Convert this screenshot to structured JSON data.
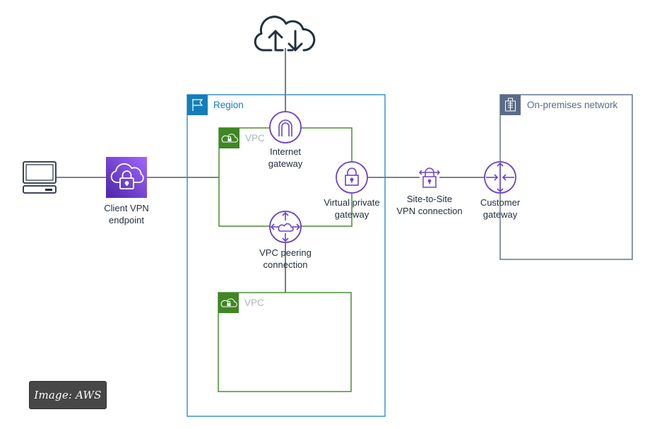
{
  "diagram": {
    "title": "AWS VPN connectivity options",
    "colors": {
      "region": "#2f8ccc",
      "region_header": "#147eba",
      "vpc": "#3f8624",
      "vpc_label": "#aab7b8",
      "onprem": "#5a6b86",
      "onprem_label": "#5a6b86",
      "icon_purple": "#6b43c9",
      "client_vpn_fill": "#7d4ce0",
      "line": "#545b64",
      "dark_icon": "#232f3e"
    },
    "groups": {
      "region": {
        "label": "Region",
        "icon": "flag-icon"
      },
      "vpc_top": {
        "label": "VPC",
        "icon": "cloud-lock-icon"
      },
      "vpc_bottom": {
        "label": "VPC",
        "icon": "cloud-lock-icon"
      },
      "onprem": {
        "label": "On-premises network",
        "icon": "building-icon"
      }
    },
    "nodes": {
      "internet": {
        "icon": "cloud-upload-download-icon"
      },
      "client": {
        "icon": "laptop-icon"
      },
      "client_vpn": {
        "label_line1": "Client VPN",
        "label_line2": "endpoint",
        "icon": "cloud-lock-icon"
      },
      "internet_gateway": {
        "label_line1": "Internet",
        "label_line2": "gateway",
        "icon": "arch-icon"
      },
      "virtual_private_gateway": {
        "label_line1": "Virtual private",
        "label_line2": "gateway",
        "icon": "padlock-icon"
      },
      "site_to_site": {
        "label_line1": "Site-to-Site",
        "label_line2": "VPN connection",
        "icon": "padlock-arrows-icon"
      },
      "customer_gateway": {
        "label_line1": "Customer",
        "label_line2": "gateway",
        "icon": "router-icon"
      },
      "vpc_peering": {
        "label_line1": "VPC peering",
        "label_line2": "connection",
        "icon": "peering-icon"
      }
    },
    "caption": "Image: AWS"
  }
}
